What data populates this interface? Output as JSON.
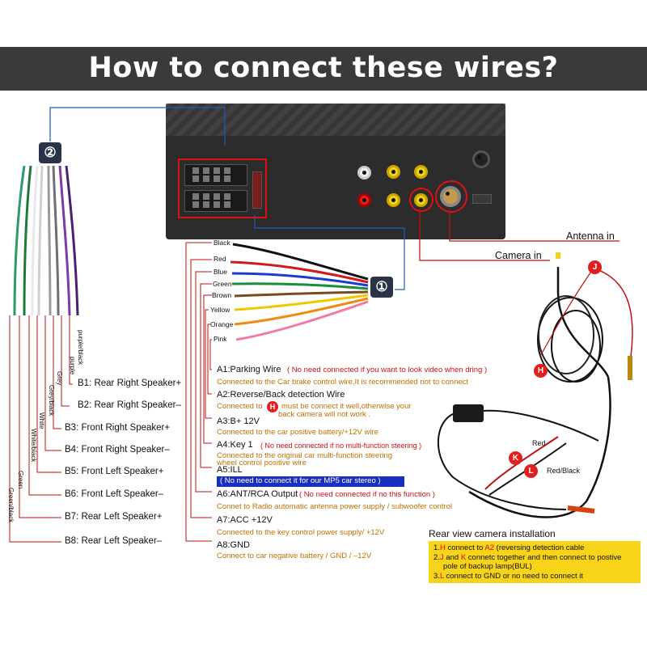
{
  "title": "How to connect these wires?",
  "connector_badges": {
    "left": "②",
    "right": "①"
  },
  "rear_labels": {
    "antenna": "Antenna in",
    "camera": "Camera in"
  },
  "wires_left": [
    "purple/black",
    "purple",
    "Grey",
    "Grey/black",
    "White",
    "White/black",
    "Green",
    "Green/black"
  ],
  "wires_right": [
    "Black",
    "Red",
    "Blue",
    "Green",
    "Brown",
    "Yellow",
    "Orange",
    "Pink"
  ],
  "b_labels": [
    "B1: Rear Right Speaker+",
    "B2: Rear Right Speaker–",
    "B3: Front Right Speaker+",
    "B4: Front Right Speaker–",
    "B5: Front Left Speaker+",
    "B6: Front Left  Speaker–",
    "B7: Rear Left Speaker+",
    "B8: Rear Left Speaker–"
  ],
  "a_items": {
    "a1": {
      "label": "A1:Parking Wire",
      "red": "( No need connected if you want to look video when dring )",
      "orange": "Connected to the Car brake control wire,It is recommended not to connect"
    },
    "a2": {
      "label": "A2:Reverse/Back detection Wire",
      "orange_prefix": "Connected to",
      "marker": "H",
      "orange_rest": "must be connect it well,otherwise your",
      "orange_line2": "back camera will not work ."
    },
    "a3": {
      "label": "A3:B+ 12V",
      "orange": "Connected to the car positive battery/+12V  wire"
    },
    "a4": {
      "label": "A4:Key 1",
      "red": "( No need connected if no multi-function steering )",
      "orange": "Connected to the original car multi-function steering",
      "orange_line2": "wheel control positive wire"
    },
    "a5": {
      "label": "A5:ILL",
      "note": "( No need to connect it for our MP5 car stereo )"
    },
    "a6": {
      "label": "A6:ANT/RCA Output",
      "red": "( No need connected if no this function )",
      "orange": "Connet to Radio automatic antenna power supply / subwoofer control"
    },
    "a7": {
      "label": "A7:ACC +12V",
      "orange": "Connected to the key control power supply/ +12V"
    },
    "a8": {
      "label": "A8:GND",
      "orange": "Connect to car negative battery  / GND / –12V"
    }
  },
  "camera_markers": {
    "j": "J",
    "h": "H",
    "k": "K",
    "l": "L",
    "red": "Red",
    "red_black": "Red/Black"
  },
  "camera_install": {
    "title": "Rear view camera installation",
    "line1": {
      "num": "1.",
      "h": "H",
      "t1": " connect to ",
      "a2": "A2",
      "t2": " (reversing detection cable"
    },
    "line2": {
      "num": "2.",
      "j": "J",
      "t1": " and ",
      "k": "K",
      "t2": " connetc together and then connect to postive"
    },
    "line2b": "pole of backup lamp(BUL)",
    "line3": {
      "num": "3.",
      "l": "L",
      "t1": " connect to GND  or no need to connect it"
    }
  },
  "colors": {
    "banner": "#3a3a3a",
    "accent_red": "#d11111",
    "note_orange": "#c07000",
    "highlight_blue": "#1830c0",
    "install_yellow": "#f7d31a",
    "connector": "#2b3346"
  }
}
